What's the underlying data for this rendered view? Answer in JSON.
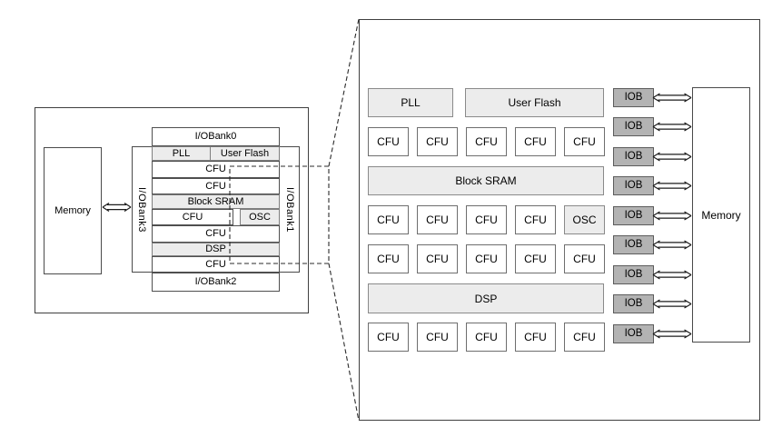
{
  "figure": {
    "type": "fpga-architecture-diagram",
    "left_panel": {
      "memory_label": "Memory",
      "iobank0_label": "I/OBank0",
      "iobank1_label": "I/OBank1",
      "iobank2_label": "I/OBank2",
      "iobank3_label": "I/OBank3",
      "pll_label": "PLL",
      "user_flash_label": "User Flash",
      "cfu_label": "CFU",
      "block_sram_label": "Block SRAM",
      "osc_label": "OSC",
      "dsp_label": "DSP",
      "memory_bus_icon": "double-headed-arrow"
    },
    "right_panel": {
      "pll_label": "PLL",
      "user_flash_label": "User Flash",
      "cfu_label": "CFU",
      "block_sram_label": "Block SRAM",
      "osc_label": "OSC",
      "dsp_label": "DSP",
      "iob_label": "IOB",
      "iob_count": 9,
      "cfu_count": 19,
      "memory_label": "Memory",
      "iob_bus_icon": "double-headed-arrow"
    },
    "connector": {
      "style": "dashed-zoom-lens",
      "dash_region": "rows CFU..CFU of left panel magnified into right panel"
    },
    "colors": {
      "background": "#ffffff",
      "shaded_fill": "#ececec",
      "iob_fill": "#b3b3b3",
      "box_fill": "#ffffff",
      "border_dark": "#4a4a4a",
      "border_gray": "#808080",
      "dash_line": "#2b2b2b",
      "text": "#000000"
    }
  }
}
